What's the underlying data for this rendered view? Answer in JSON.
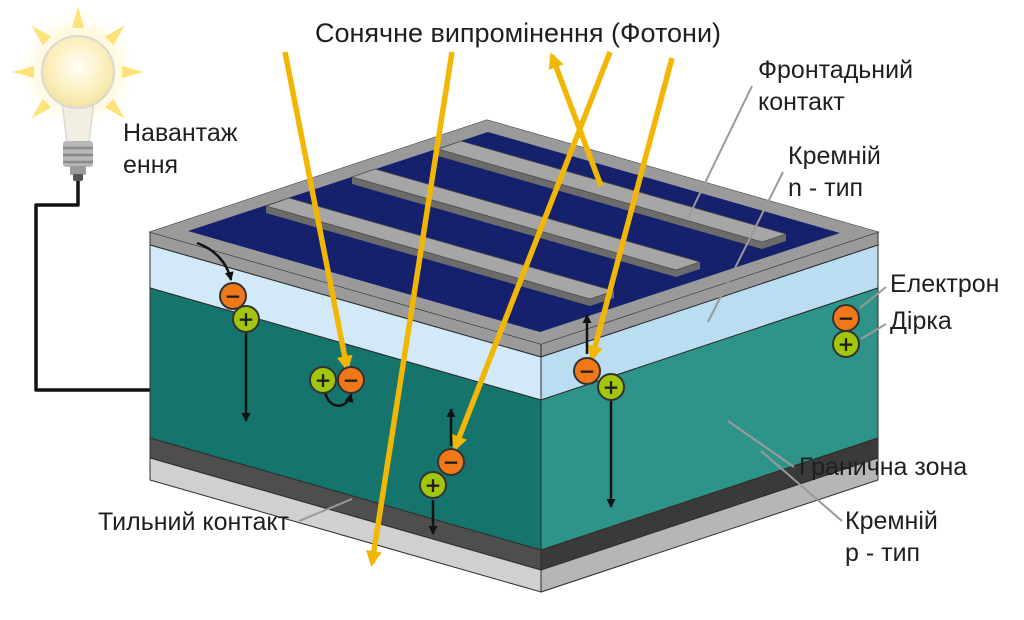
{
  "title": "Сонячне випромінення (Фотони)",
  "load": {
    "line1": "Навантаж",
    "line2": "ення"
  },
  "labels": {
    "front_contact": {
      "line1": "Фронтадьний",
      "line2": "контакт"
    },
    "silicon_n": {
      "line1": "Кремній",
      "line2": "n - тип"
    },
    "electron": "Електрон",
    "hole": "Дірка",
    "boundary_zone": "Гранична зона",
    "silicon_p": {
      "line1": "Кремній",
      "line2": "p - тип"
    },
    "back_contact": "Тильний контакт"
  },
  "symbols": {
    "electron": "−",
    "hole": "+"
  },
  "colors": {
    "photon": "#F2B705",
    "panel": "#16216E",
    "frame": "#9A9A9A",
    "finger": "#A6A6A6",
    "finger_side": "#6B6B6B",
    "n_left": "#D2E9F9",
    "n_right": "#BBDDF2",
    "p_left": "#15756D",
    "p_right": "#2E948A",
    "back_left": "#4E4E4E",
    "back_right": "#3A3A3A",
    "base_left": "#D0D0D0",
    "base_right": "#B6B6B6",
    "electron_fill": "#F07818",
    "hole_fill": "#A2C60B",
    "wire": "#121212",
    "text": "#1F1F1F",
    "pointer_line": "#9A9A9A"
  }
}
